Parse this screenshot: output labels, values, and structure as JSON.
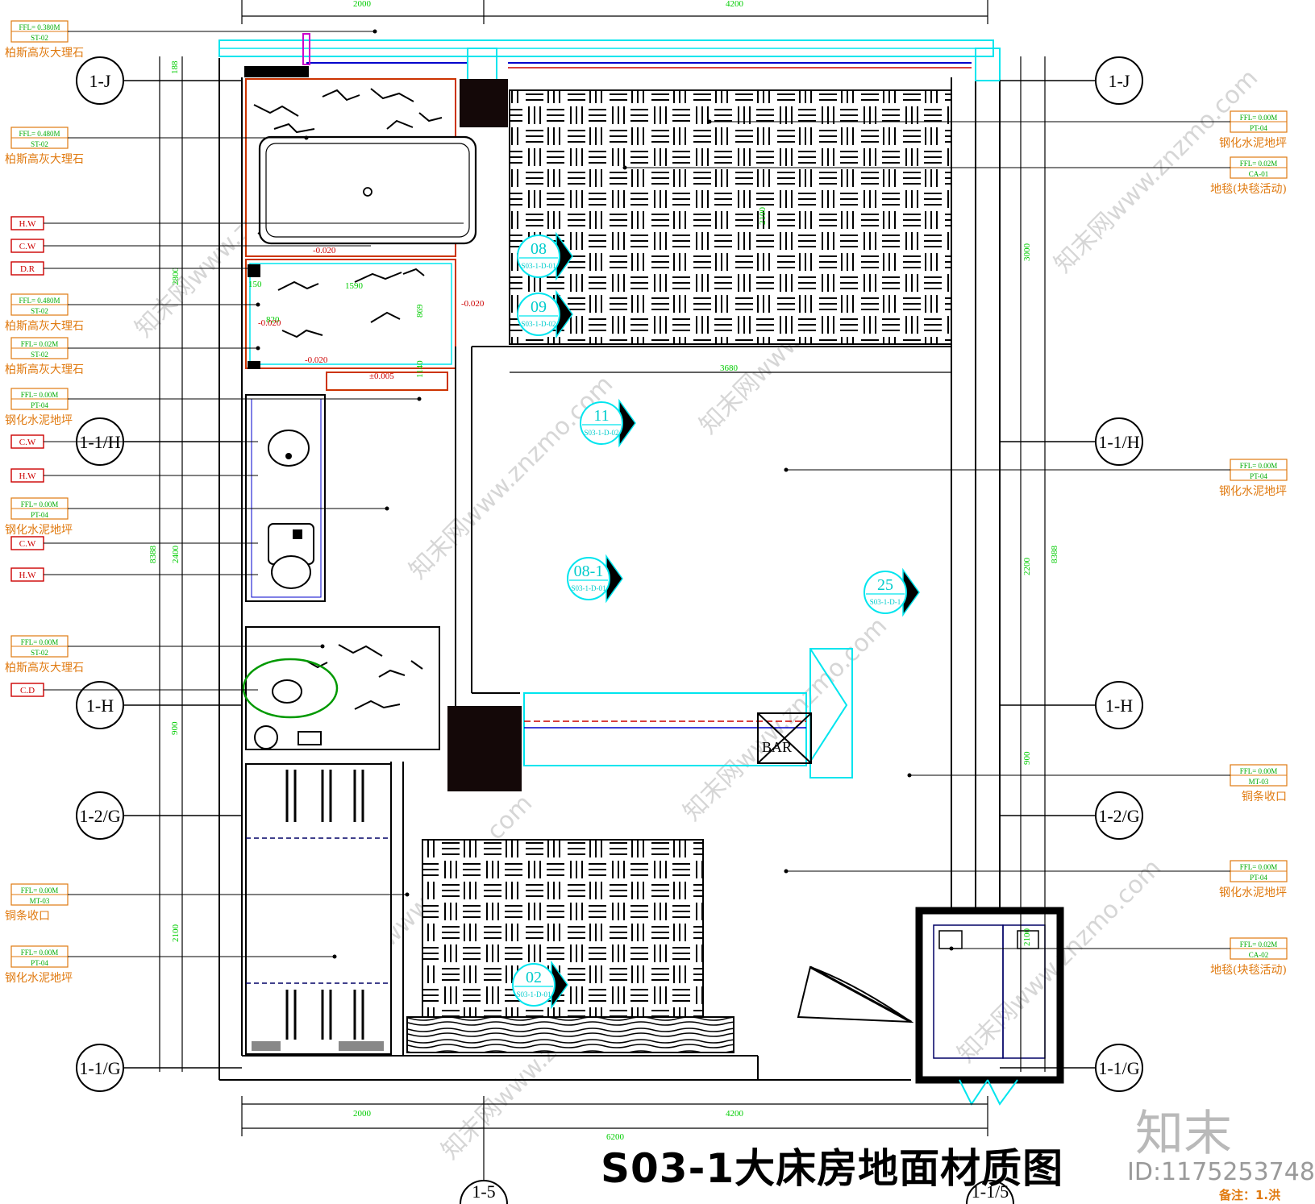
{
  "title": "S03-1大床房地面材质图",
  "image_id_text": "ID:1175253748",
  "brand": "知末",
  "note": "备注：1.洪",
  "watermark": "知末网www.znzmo.com",
  "colors": {
    "wall": "#000000",
    "dim": "#00cc00",
    "cyan": "#00e5ee",
    "tag": "#cc0000",
    "label": "#e07a10",
    "room": "#cc3300",
    "blue": "#0000cc",
    "magenta": "#cc00cc"
  },
  "grids_left": [
    {
      "id": "1-J"
    },
    {
      "id": "1-1/H"
    },
    {
      "id": "1-H"
    },
    {
      "id": "1-2/G"
    },
    {
      "id": "1-1/G"
    }
  ],
  "grids_right": [
    {
      "id": "1-J"
    },
    {
      "id": "1-1/H"
    },
    {
      "id": "1-H"
    },
    {
      "id": "1-2/G"
    },
    {
      "id": "1-1/G"
    }
  ],
  "grids_bottom": [
    {
      "id": "1-5"
    },
    {
      "id": "1-1/5"
    }
  ],
  "dims": {
    "top": [
      "2000",
      "4200"
    ],
    "bottom": [
      "2000",
      "4200",
      "6200"
    ],
    "left": [
      "188",
      "2800",
      "2400",
      "900",
      "2100",
      "8388"
    ],
    "right": [
      "3000",
      "2200",
      "900",
      "2100",
      "8388"
    ],
    "inner": [
      "3680",
      "2100",
      "1590",
      "869",
      "1140",
      "820",
      "150"
    ]
  },
  "levels": [
    "-0.020",
    "-0.020",
    "-0.020",
    "-0.020",
    "±0.005"
  ],
  "bar_label": "BAR",
  "left_labels": [
    {
      "ffl": "FFL= 0.380M",
      "code": "ST-02",
      "name": "柏斯高灰大理石"
    },
    {
      "ffl": "FFL= 0.480M",
      "code": "ST-02",
      "name": "柏斯高灰大理石"
    },
    {
      "tag": "H.W"
    },
    {
      "tag": "C.W"
    },
    {
      "tag": "D.R"
    },
    {
      "ffl": "FFL= 0.480M",
      "code": "ST-02",
      "name": "柏斯高灰大理石"
    },
    {
      "ffl": "FFL= 0.02M",
      "code": "ST-02",
      "name": "柏斯高灰大理石"
    },
    {
      "ffl": "FFL= 0.00M",
      "code": "PT-04",
      "name": "钢化水泥地坪"
    },
    {
      "tag": "C.W"
    },
    {
      "tag": "H.W"
    },
    {
      "ffl": "FFL= 0.00M",
      "code": "PT-04",
      "name": "钢化水泥地坪"
    },
    {
      "tag": "C.W"
    },
    {
      "tag": "H.W"
    },
    {
      "ffl": "FFL= 0.00M",
      "code": "ST-02",
      "name": "柏斯高灰大理石"
    },
    {
      "tag": "C.D"
    },
    {
      "ffl": "FFL= 0.00M",
      "code": "MT-03",
      "name": "铜条收口"
    },
    {
      "ffl": "FFL= 0.00M",
      "code": "PT-04",
      "name": "钢化水泥地坪"
    }
  ],
  "right_labels": [
    {
      "ffl": "FFL= 0.00M",
      "code": "PT-04",
      "name": "钢化水泥地坪"
    },
    {
      "ffl": "FFL= 0.02M",
      "code": "CA-01",
      "name": "地毯(块毯活动)"
    },
    {
      "ffl": "FFL= 0.00M",
      "code": "PT-04",
      "name": "钢化水泥地坪"
    },
    {
      "ffl": "FFL= 0.00M",
      "code": "MT-03",
      "name": "铜条收口"
    },
    {
      "ffl": "FFL= 0.00M",
      "code": "PT-04",
      "name": "钢化水泥地坪"
    },
    {
      "ffl": "FFL= 0.02M",
      "code": "CA-02",
      "name": "地毯(块毯活动)"
    }
  ],
  "markers": [
    {
      "num": "08",
      "ref": "S03-1-D-01"
    },
    {
      "num": "09",
      "ref": "S03-1-D-02"
    },
    {
      "num": "11",
      "ref": "S03-1-D-02"
    },
    {
      "num": "08-1",
      "ref": "S03-1-D-01"
    },
    {
      "num": "25",
      "ref": "S03-1-D-1"
    },
    {
      "num": "02",
      "ref": "S03-1-D-01"
    }
  ]
}
